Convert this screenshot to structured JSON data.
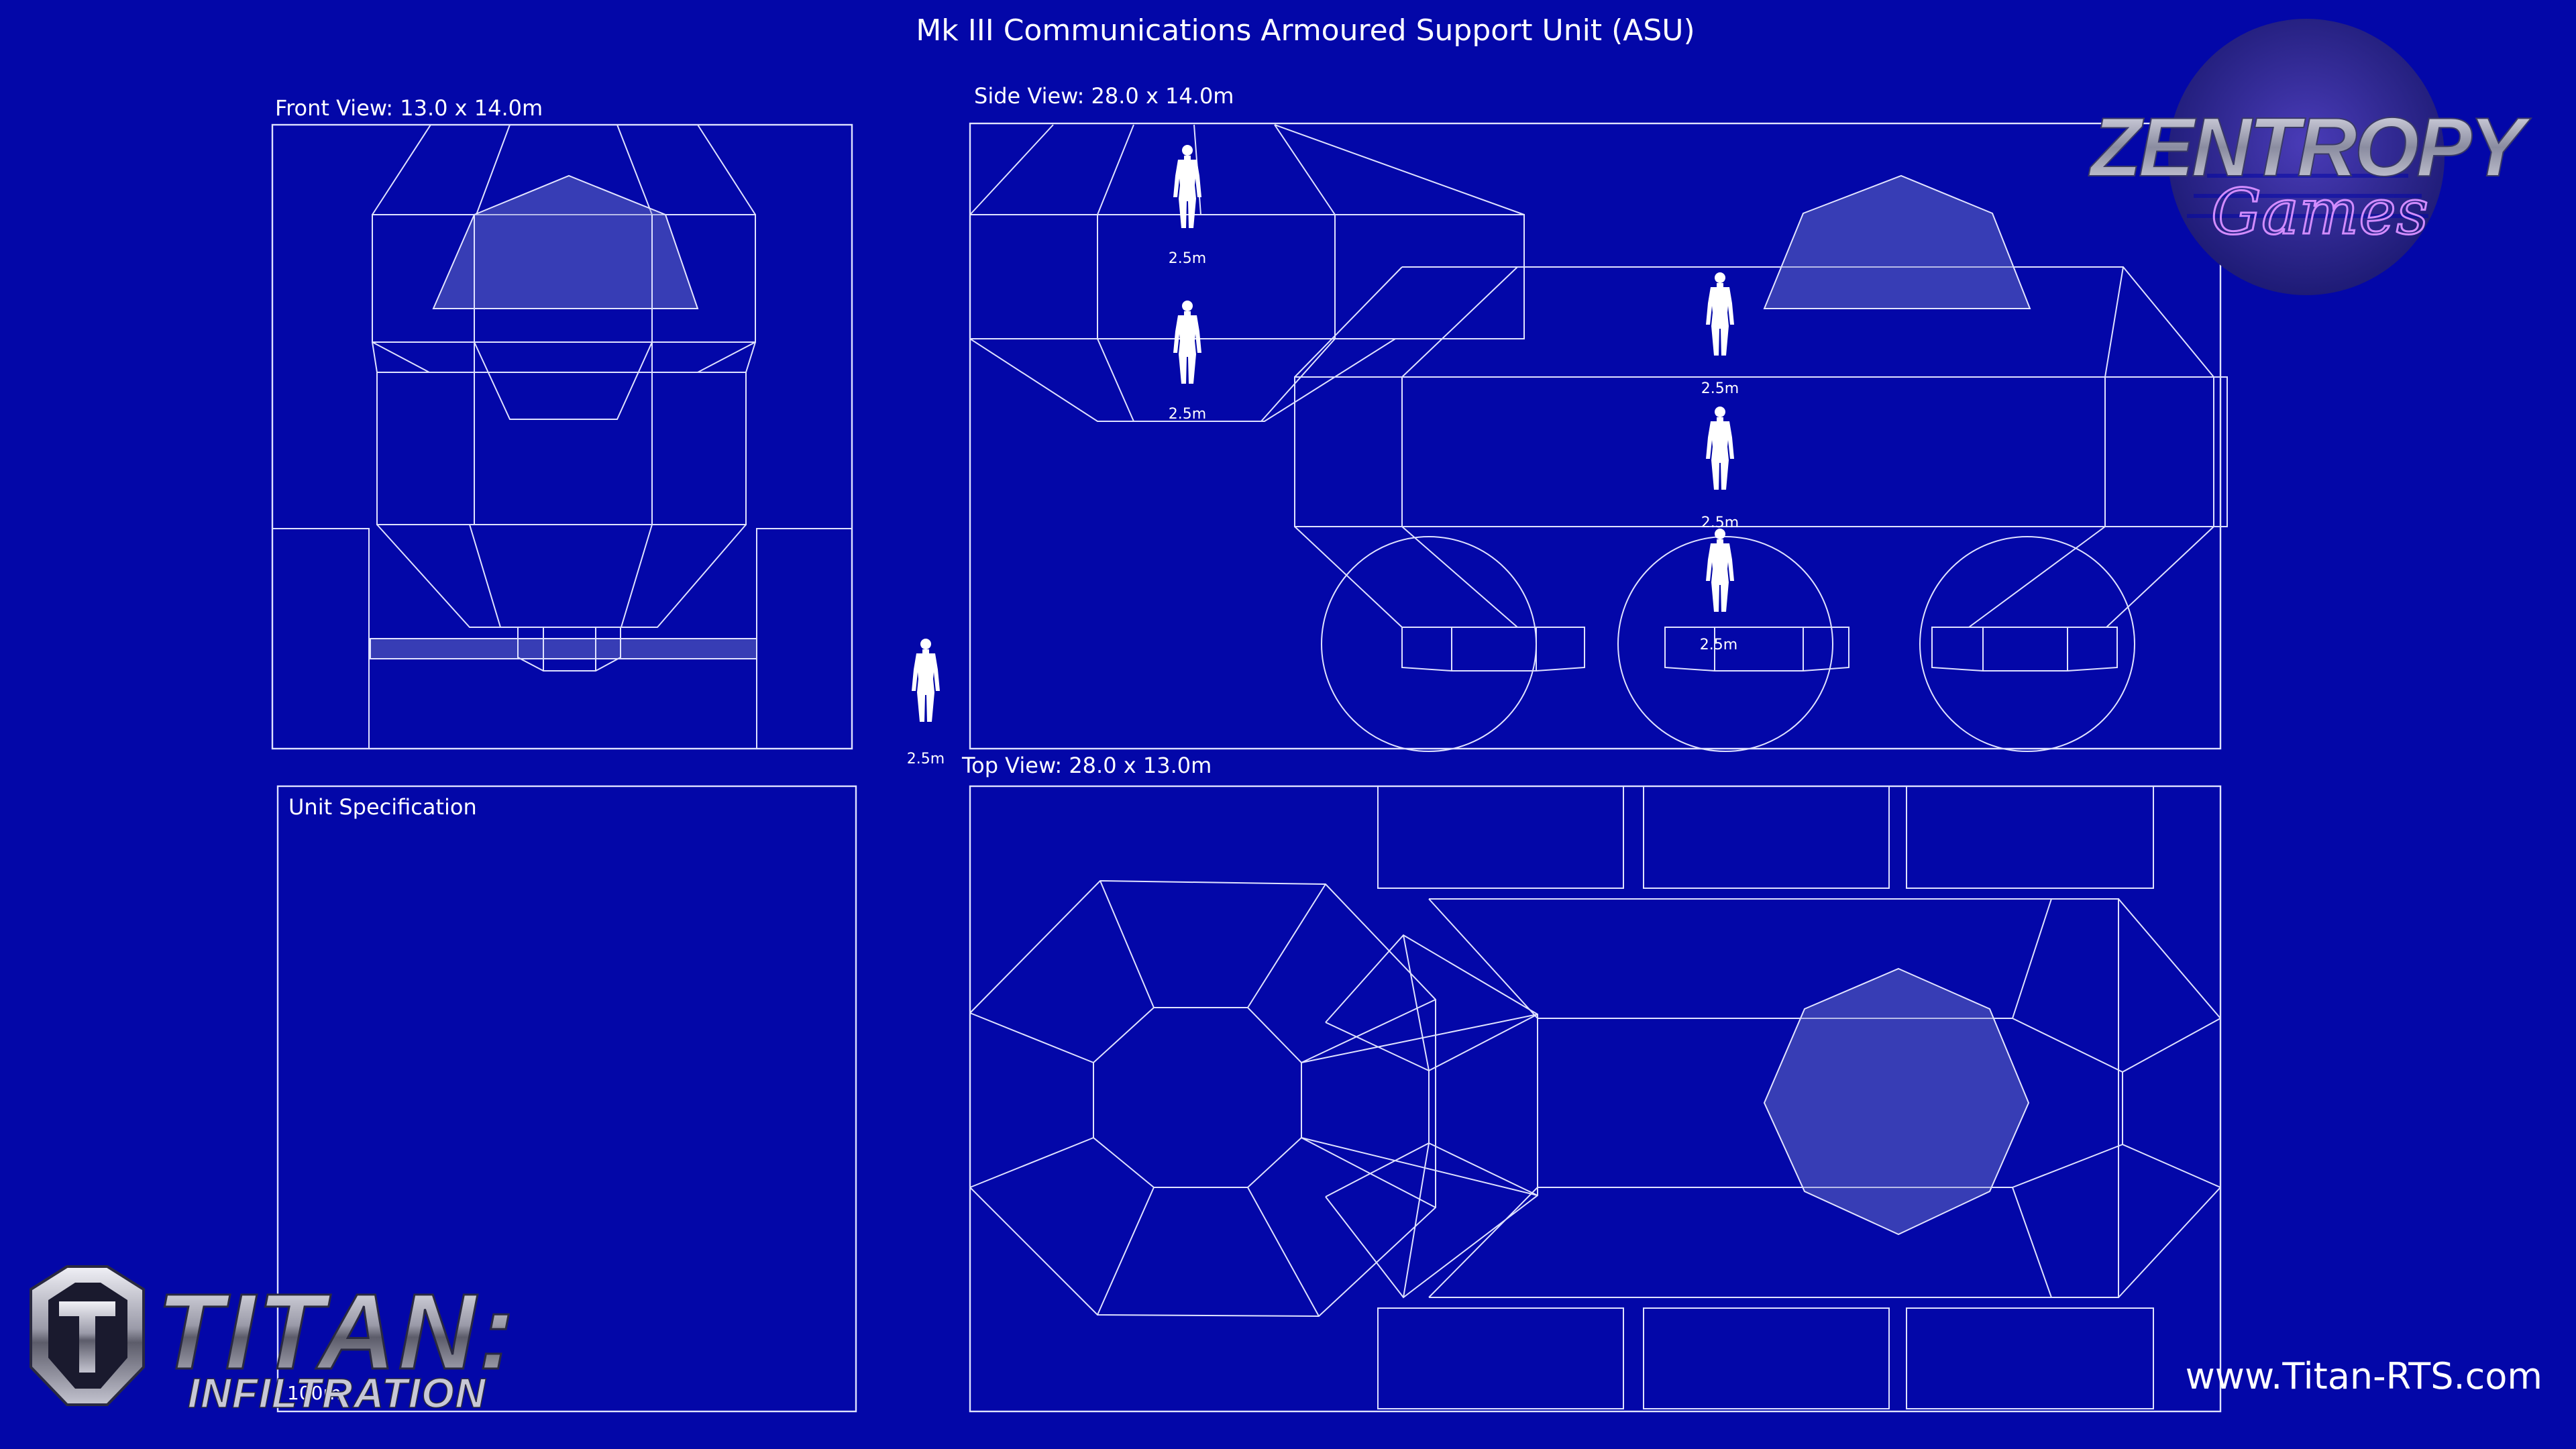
{
  "title": "Mk III Communications Armoured Support Unit (ASU)",
  "views": {
    "front": "Front View: 13.0 x 14.0m",
    "side": "Side View: 28.0 x 14.0m",
    "top": "Top View: 28.0 x 13.0m"
  },
  "scale_figure_label": "2.5m",
  "spec_panel": {
    "title": "Unit Specification",
    "value": "100m"
  },
  "brand": {
    "studio_logo_line1": "ZENTROPY",
    "studio_logo_line2": "Games",
    "game_logo_line1": "TITAN:",
    "game_logo_line2": "INFILTRATION",
    "website": "www.Titan-RTS.com"
  },
  "colors": {
    "background": "#0307a8",
    "lines": "#dfe2ff",
    "text": "#ffffff"
  }
}
